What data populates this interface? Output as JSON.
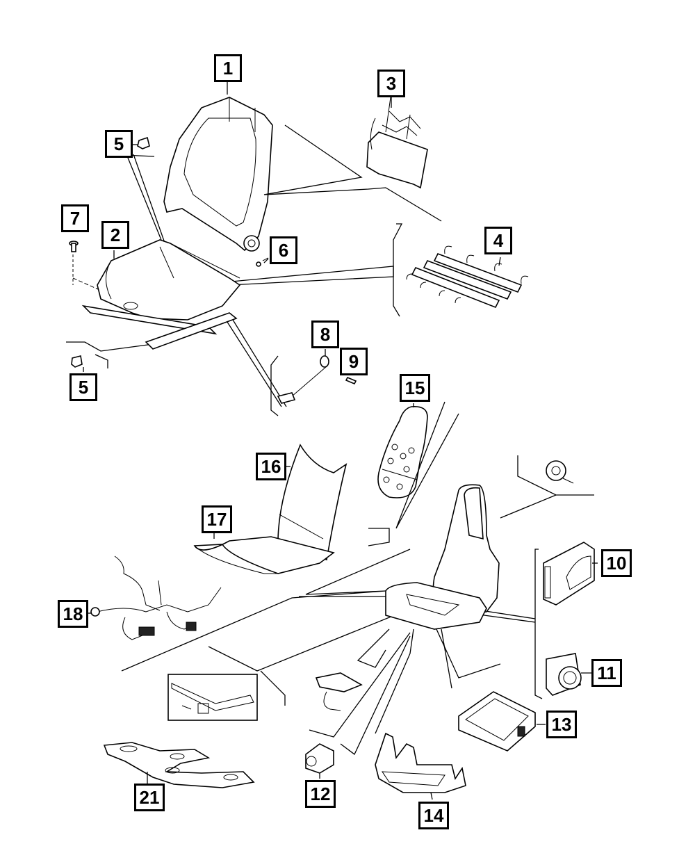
{
  "diagram": {
    "title": "Seat assembly exploded parts diagram",
    "callouts": [
      {
        "id": "1",
        "label": "1",
        "part": "seat-back-frame"
      },
      {
        "id": "2",
        "label": "2",
        "part": "seat-cushion-frame-adjuster"
      },
      {
        "id": "3",
        "label": "3",
        "part": "seat-back-suspension-mat"
      },
      {
        "id": "4",
        "label": "4",
        "part": "cushion-spring-mat"
      },
      {
        "id": "5a",
        "label": "5",
        "part": "clip-upper"
      },
      {
        "id": "5b",
        "label": "5",
        "part": "clip-lower"
      },
      {
        "id": "6",
        "label": "6",
        "part": "screw"
      },
      {
        "id": "7",
        "label": "7",
        "part": "bolt"
      },
      {
        "id": "8",
        "label": "8",
        "part": "seat-belt-buckle-sensor-wire"
      },
      {
        "id": "9",
        "label": "9",
        "part": "screw-small"
      },
      {
        "id": "10",
        "label": "10",
        "part": "lumbar-module"
      },
      {
        "id": "11",
        "label": "11",
        "part": "seat-switch"
      },
      {
        "id": "12",
        "label": "12",
        "part": "connector"
      },
      {
        "id": "13",
        "label": "13",
        "part": "control-module"
      },
      {
        "id": "14",
        "label": "14",
        "part": "cushion-pan-bracket"
      },
      {
        "id": "15",
        "label": "15",
        "part": "seat-back-heater-pad"
      },
      {
        "id": "16",
        "label": "16",
        "part": "seat-back-heater-element"
      },
      {
        "id": "17",
        "label": "17",
        "part": "cushion-heater-element"
      },
      {
        "id": "18",
        "label": "18",
        "part": "seat-wiring-harness"
      },
      {
        "id": "21",
        "label": "21",
        "part": "occupant-sensor-mat"
      }
    ]
  }
}
